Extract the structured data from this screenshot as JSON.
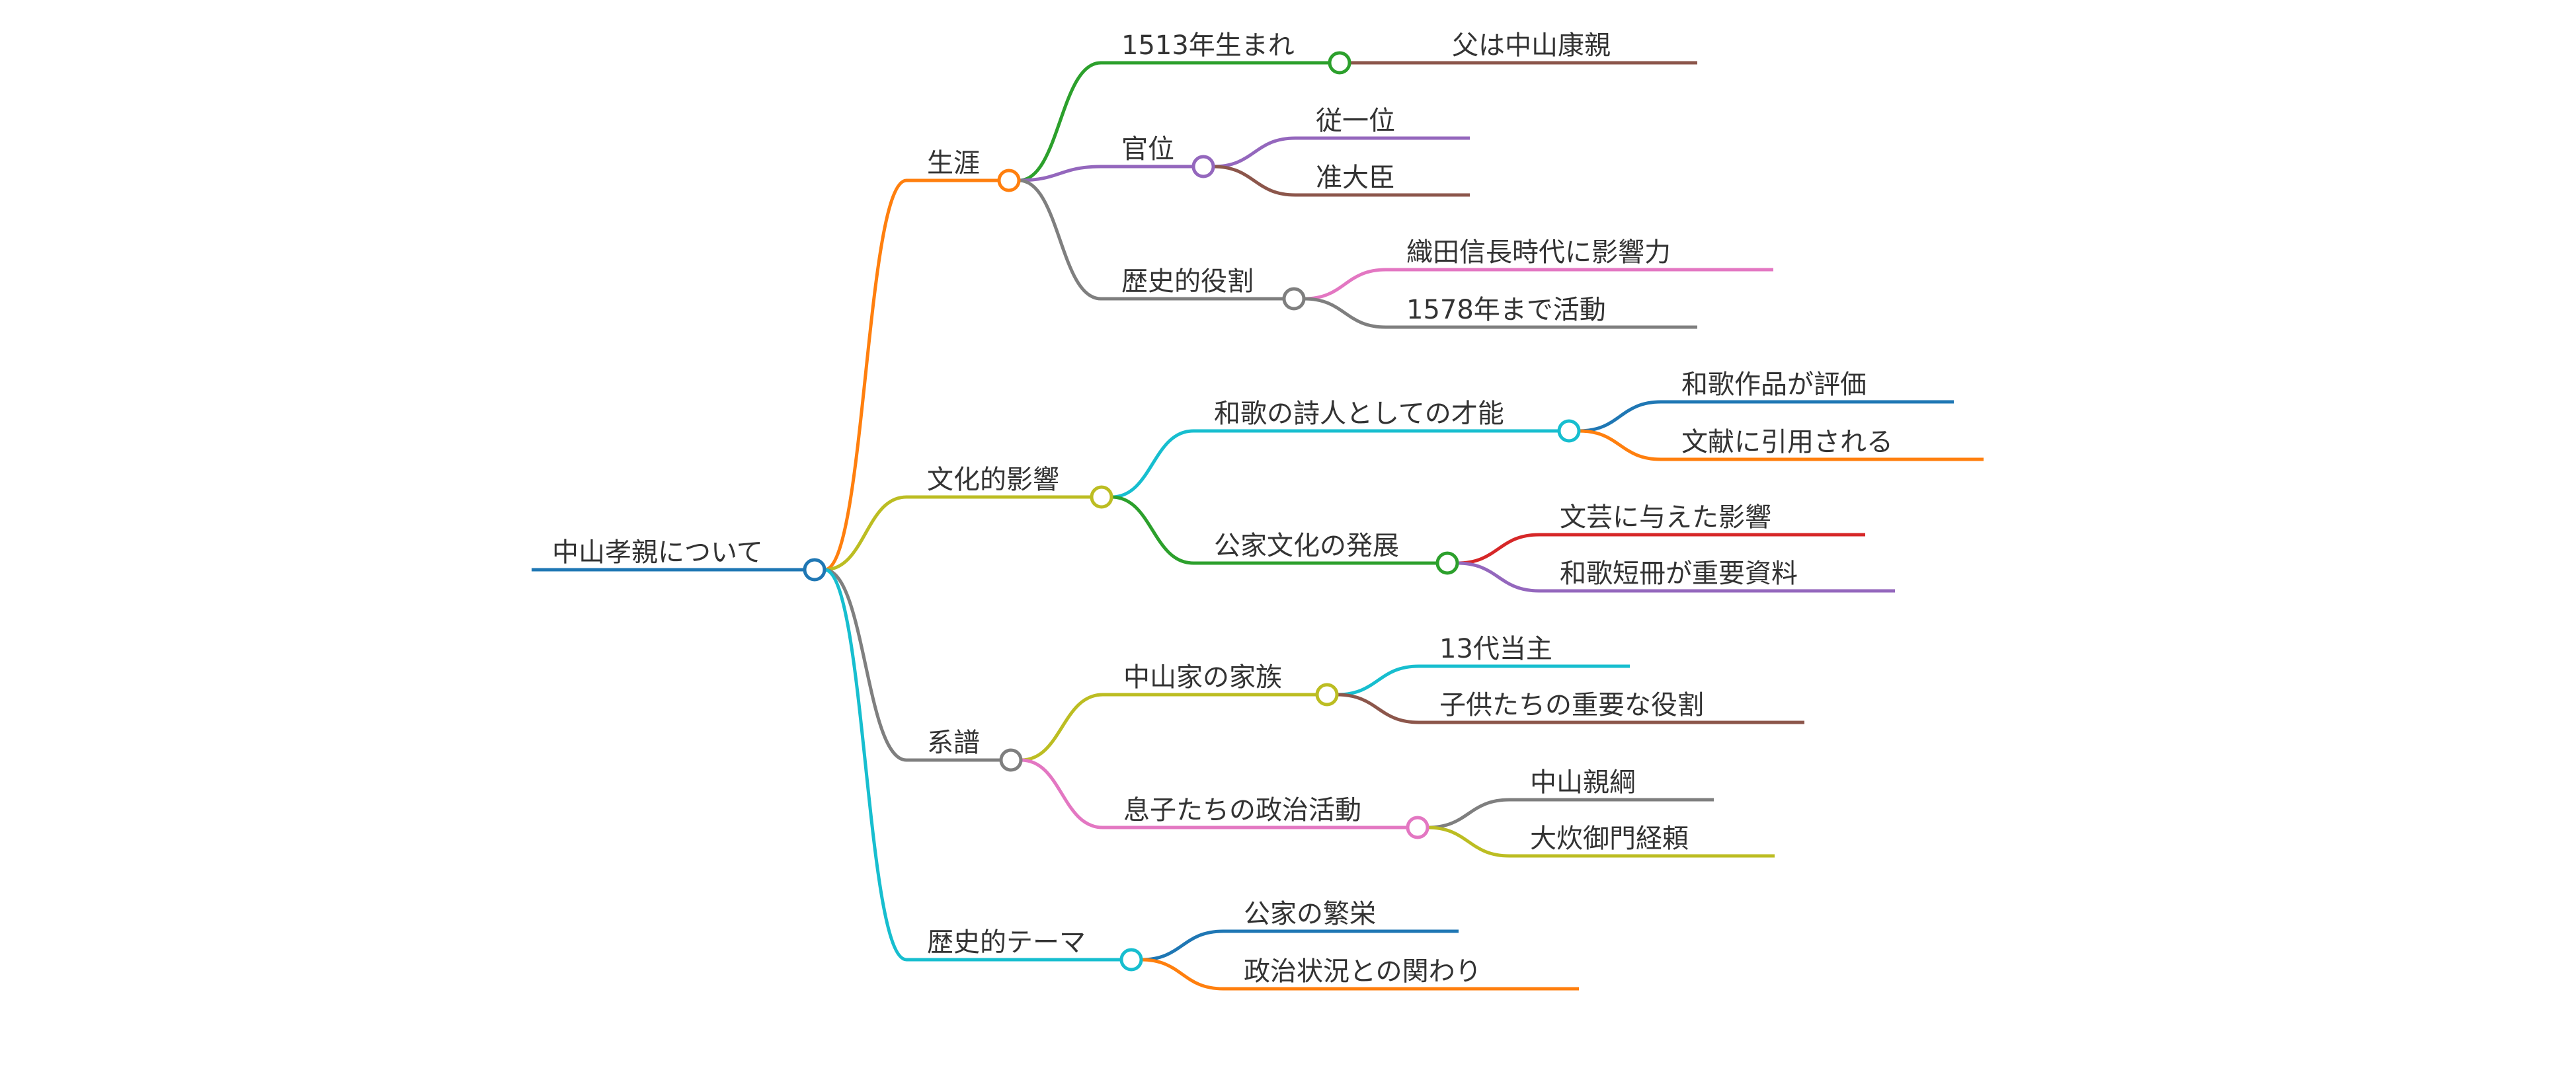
{
  "title": "中山孝親について",
  "palette": {
    "blue": "#1f77b4",
    "orange": "#ff7f0e",
    "green": "#2ca02c",
    "red": "#d62728",
    "purple": "#9467bd",
    "brown": "#8c564b",
    "pink": "#e377c2",
    "gray": "#7f7f7f",
    "olive": "#bcbd22",
    "cyan": "#17becf"
  },
  "tree": {
    "label": "中山孝親について",
    "color": "#1f77b4",
    "collapsible": true,
    "children": [
      {
        "label": "生涯",
        "color": "#ff7f0e",
        "collapsible": true,
        "children": [
          {
            "label": "1513年生まれ",
            "color": "#2ca02c",
            "collapsible": true,
            "children": [
              {
                "label": "父は中山康親",
                "color": "#8c564b"
              }
            ]
          },
          {
            "label": "官位",
            "color": "#9467bd",
            "collapsible": true,
            "children": [
              {
                "label": "従一位",
                "color": "#9467bd"
              },
              {
                "label": "准大臣",
                "color": "#8c564b"
              }
            ]
          },
          {
            "label": "歴史的役割",
            "color": "#7f7f7f",
            "collapsible": true,
            "children": [
              {
                "label": "織田信長時代に影響力",
                "color": "#e377c2"
              },
              {
                "label": "1578年まで活動",
                "color": "#7f7f7f"
              }
            ]
          }
        ]
      },
      {
        "label": "文化的影響",
        "color": "#bcbd22",
        "collapsible": true,
        "children": [
          {
            "label": "和歌の詩人としての才能",
            "color": "#17becf",
            "collapsible": true,
            "children": [
              {
                "label": "和歌作品が評価",
                "color": "#1f77b4"
              },
              {
                "label": "文献に引用される",
                "color": "#ff7f0e"
              }
            ]
          },
          {
            "label": "公家文化の発展",
            "color": "#2ca02c",
            "collapsible": true,
            "children": [
              {
                "label": "文芸に与えた影響",
                "color": "#d62728"
              },
              {
                "label": "和歌短冊が重要資料",
                "color": "#9467bd"
              }
            ]
          }
        ]
      },
      {
        "label": "系譜",
        "color": "#7f7f7f",
        "collapsible": true,
        "children": [
          {
            "label": "中山家の家族",
            "color": "#bcbd22",
            "collapsible": true,
            "children": [
              {
                "label": "13代当主",
                "color": "#17becf"
              },
              {
                "label": "子供たちの重要な役割",
                "color": "#8c564b"
              }
            ]
          },
          {
            "label": "息子たちの政治活動",
            "color": "#e377c2",
            "collapsible": true,
            "children": [
              {
                "label": "中山親綱",
                "color": "#7f7f7f"
              },
              {
                "label": "大炊御門経頼",
                "color": "#bcbd22"
              }
            ]
          }
        ]
      },
      {
        "label": "歴史的テーマ",
        "color": "#17becf",
        "collapsible": true,
        "children": [
          {
            "label": "公家の繁栄",
            "color": "#1f77b4"
          },
          {
            "label": "政治状況との関わり",
            "color": "#ff7f0e"
          }
        ]
      }
    ]
  }
}
